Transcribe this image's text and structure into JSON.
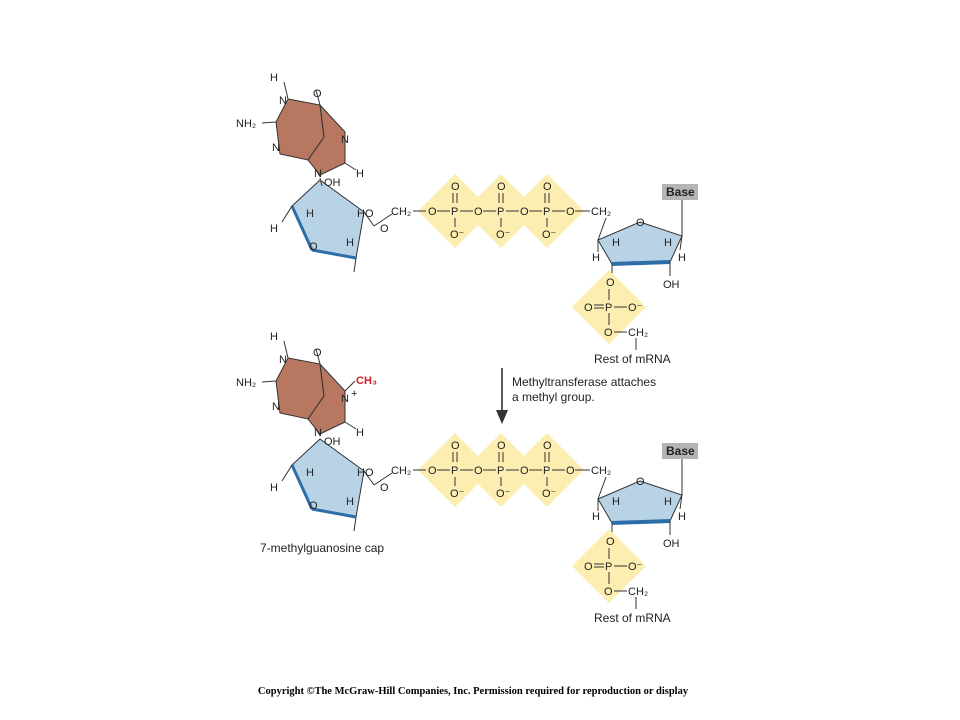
{
  "top": {
    "guanine": {
      "h_top": "H",
      "n1": "N",
      "o6": "O",
      "nh2": "NH₂",
      "n3": "N",
      "n7": "N",
      "h8": "H",
      "n9": "N"
    },
    "sugar": {
      "oh": "OH",
      "h1": "H",
      "h_left": "H",
      "ho": "HO",
      "h3": "H",
      "o_ring": "O",
      "o5": "O"
    },
    "chain": {
      "ch2_left": "CH₂",
      "o_link": "O",
      "p": "P",
      "o_top": "O",
      "o_minus": "O⁻",
      "ch2_right": "CH₂"
    },
    "nucleotide": {
      "base": "Base",
      "o_ring": "O",
      "h1": "H",
      "h_left": "H",
      "h_right": "H",
      "h2": "H",
      "oh": "OH",
      "p": "P",
      "o": "O",
      "o_minus": "O⁻",
      "ch2": "CH₂",
      "rest": "Rest of mRNA"
    }
  },
  "middle": {
    "arrow_label_line1": "Methyltransferase attaches",
    "arrow_label_line2": "a methyl group."
  },
  "bottom": {
    "methyl": "CH₃",
    "n7_plus": "+",
    "cap_label": "7-methylguanosine cap",
    "rest": "Rest of mRNA",
    "base": "Base"
  },
  "copyright": "Copyright ©The McGraw-Hill Companies, Inc. Permission required for reproduction or display",
  "colors": {
    "base_fill": "#b77760",
    "sugar_fill": "#b9d3e6",
    "phosphate_fill": "#fbeeb0",
    "base_tag_fill": "#b5b5b5",
    "methyl": "#d0202a",
    "bond": "#333333",
    "sugar_edge": "#2d6ea8"
  }
}
